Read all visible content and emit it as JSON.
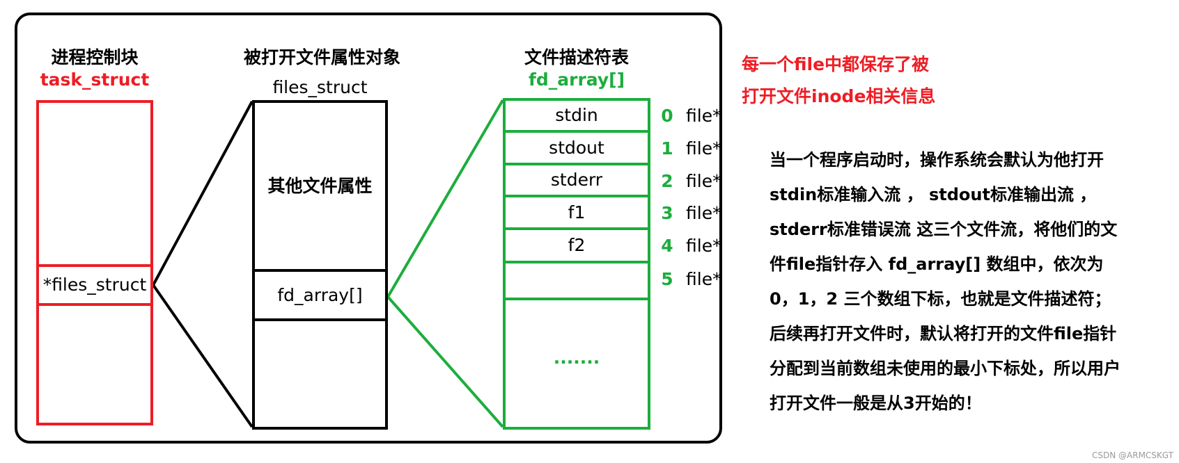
{
  "columns": {
    "task": {
      "title": "进程控制块",
      "subtitle": "task_struct",
      "pointer_cell": "*files_struct"
    },
    "files": {
      "title": "被打开文件属性对象",
      "subtitle": "files_struct",
      "other_attrs": "其他文件属性",
      "fd_cell": "fd_array[]"
    },
    "fd_table": {
      "title": "文件描述符表",
      "subtitle": "fd_array[]"
    }
  },
  "fd_rows": [
    {
      "label": "stdin",
      "index": "0",
      "file": "file*"
    },
    {
      "label": "stdout",
      "index": "1",
      "file": "file*"
    },
    {
      "label": "stderr",
      "index": "2",
      "file": "file*"
    },
    {
      "label": "f1",
      "index": "3",
      "file": "file*"
    },
    {
      "label": "f2",
      "index": "4",
      "file": "file*"
    },
    {
      "label": "",
      "index": "5",
      "file": "file*"
    }
  ],
  "fd_ellipsis": ".......",
  "notes": {
    "red_lines": [
      "每一个file中都保存了被",
      "打开文件inode相关信息"
    ],
    "body_lines": [
      "当一个程序启动时，操作系统会默认为他打开",
      "stdin标准输入流 ， stdout标准输出流 ，",
      "stderr标准错误流 这三个文件流，将他们的文",
      "件file指针存入 fd_array[] 数组中，依次为",
      "0，1，2 三个数组下标，也就是文件描述符；",
      "后续再打开文件时，默认将打开的文件file指针",
      "分配到当前数组未使用的最小下标处，所以用户",
      "打开文件一般是从3开始的！"
    ]
  },
  "watermark": "CSDN @ARMCSKGT",
  "colors": {
    "task": "#ee1d24",
    "fd_table": "#1cad3d",
    "frame": "#000000"
  }
}
